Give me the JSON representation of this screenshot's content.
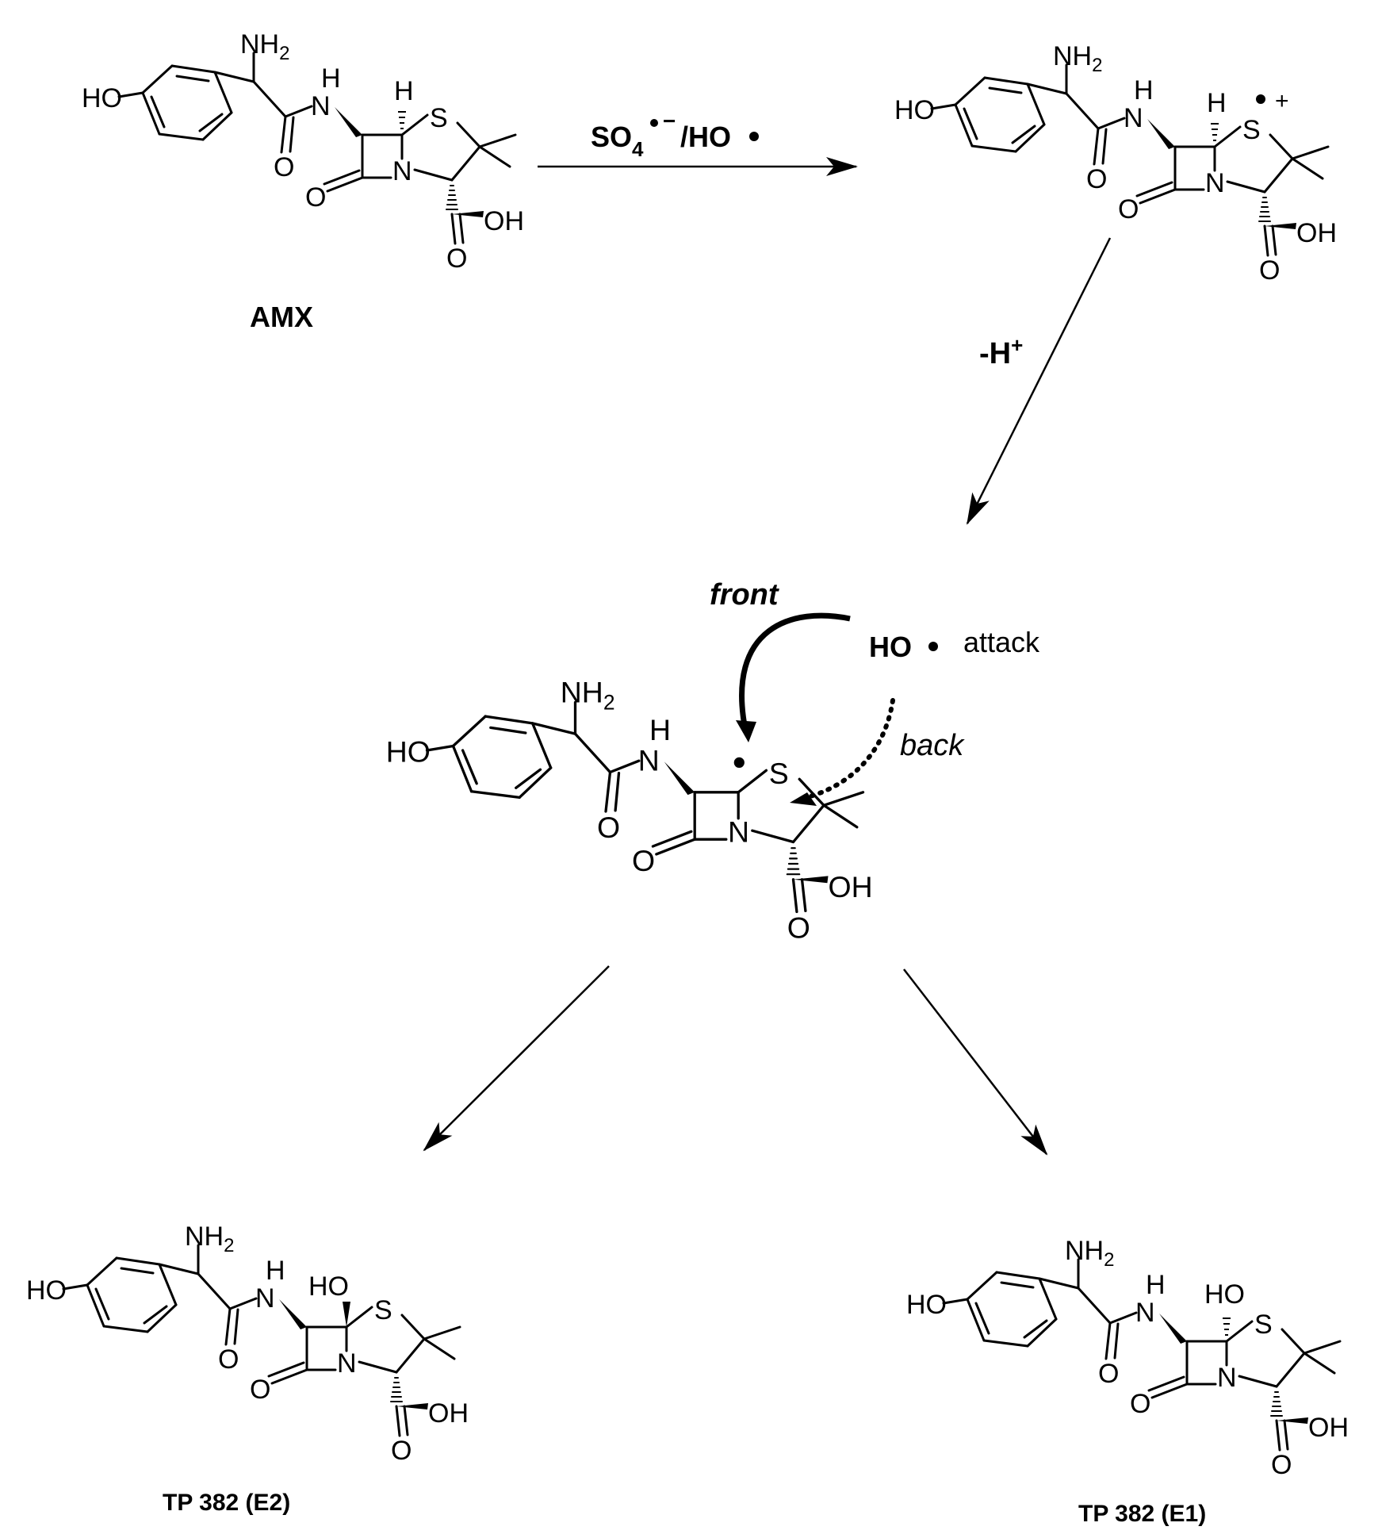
{
  "molecules": [
    {
      "id": "amx",
      "label": "AMX",
      "atoms": {
        "nh2": "NH",
        "h_amide": "H",
        "n_amide": "N",
        "ho": "HO",
        "o_amide": "O",
        "h_ring": "H",
        "s": "S",
        "n_ring": "N",
        "o_lactam": "O",
        "oh": "OH",
        "o_acid": "O"
      }
    },
    {
      "id": "radical_cation",
      "label": "",
      "atoms": {
        "nh2": "NH",
        "h_amide": "H",
        "n_amide": "N",
        "ho": "HO",
        "o_amide": "O",
        "h_ring": "H",
        "s": "S",
        "n_ring": "N",
        "o_lactam": "O",
        "oh": "OH",
        "o_acid": "O"
      }
    },
    {
      "id": "c_radical",
      "label": "",
      "atoms": {
        "nh2": "NH",
        "h_amide": "H",
        "n_amide": "N",
        "ho": "HO",
        "o_amide": "O",
        "s": "S",
        "n_ring": "N",
        "o_lactam": "O",
        "oh": "OH",
        "o_acid": "O"
      }
    },
    {
      "id": "tp382_e2",
      "label": "TP 382 (E2)",
      "atoms": {
        "nh2": "NH",
        "h_amide": "H",
        "n_amide": "N",
        "ho": "HO",
        "o_amide": "O",
        "ho_ring": "HO",
        "s": "S",
        "n_ring": "N",
        "o_lactam": "O",
        "oh": "OH",
        "o_acid": "O"
      }
    },
    {
      "id": "tp382_e1",
      "label": "TP 382 (E1)",
      "atoms": {
        "nh2": "NH",
        "h_amide": "H",
        "n_amide": "N",
        "ho": "HO",
        "o_amide": "O",
        "ho_ring": "HO",
        "s": "S",
        "n_ring": "N",
        "o_lactam": "O",
        "oh": "OH",
        "o_acid": "O"
      }
    }
  ],
  "subscript_2": "2",
  "reagents": {
    "step1_so4": "SO",
    "step1_sub": "4",
    "step1_rest": "/HO",
    "step2": "-H",
    "step2_sup": "+",
    "charge_plus": "+",
    "charge_minus": "−"
  },
  "attack": {
    "radical": "HO",
    "text": "attack",
    "front": "front",
    "back": "back"
  }
}
